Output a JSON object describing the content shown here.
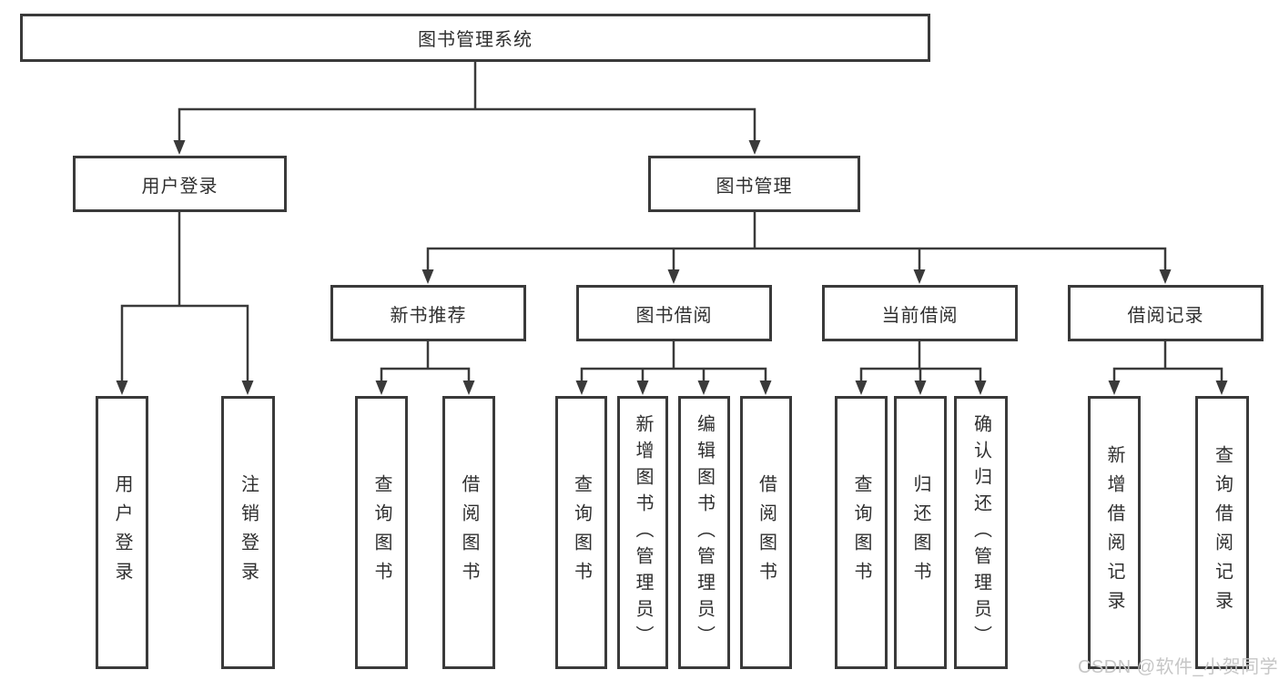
{
  "nodes": {
    "root": "图书管理系统",
    "branches": [
      "用户登录",
      "图书管理"
    ],
    "modules": [
      "新书推荐",
      "图书借阅",
      "当前借阅",
      "借阅记录"
    ],
    "login_children": [
      "用户登录",
      "注销登录"
    ],
    "newbook_children": [
      "查询图书",
      "借阅图书"
    ],
    "borrow_children": [
      "查询图书",
      "新增图书（管理员）",
      "编辑图书（管理员）",
      "借阅图书"
    ],
    "current_children": [
      "查询图书",
      "归还图书",
      "确认归还（管理员）"
    ],
    "record_children": [
      "新增借阅记录",
      "查询借阅记录"
    ]
  },
  "watermark": "CSDN @软件_小贺同学",
  "colors": {
    "line": "#3a3a3a",
    "text": "#2f2f2f",
    "watermark": "#c6c6c6",
    "background": "#ffffff"
  }
}
